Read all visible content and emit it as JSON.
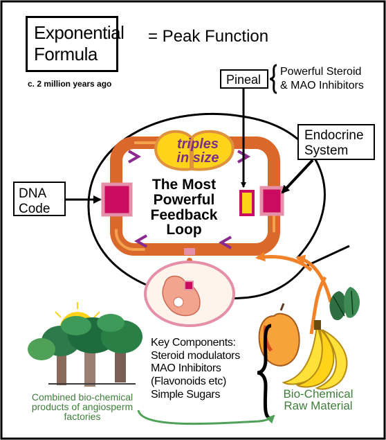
{
  "title": {
    "line1": "Exponential",
    "line2": "Formula",
    "equals": "= Peak Function",
    "era": "c. 2 million years ago"
  },
  "pineal": {
    "label": "Pineal",
    "note_line1": "Powerful Steroid",
    "note_line2": "& MAO Inhibitors"
  },
  "endocrine": {
    "line1": "Endocrine",
    "line2": "System"
  },
  "dna": {
    "line1": "DNA",
    "line2": "Code"
  },
  "brain": {
    "line1": "triples",
    "line2": "in size"
  },
  "loop": {
    "line1": "The Most",
    "line2": "Powerful",
    "line3": "Feedback",
    "line4": "Loop"
  },
  "key_components": {
    "heading": "Key Components:",
    "items": [
      "Steroid modulators",
      "MAO Inhibitors",
      "(Flavonoids etc)",
      "Simple Sugars"
    ]
  },
  "combined": {
    "line1": "Combined bio-chemical",
    "line2": "products of angiosperm",
    "line3": "factories"
  },
  "raw": {
    "line1": "Bio-Chemical",
    "line2": "Raw Material"
  },
  "colors": {
    "loop_orange": "#d9682a",
    "loop_light": "#f5a24e",
    "magenta": "#cc0a60",
    "pink_border": "#e58fa8",
    "brain_yellow": "#ffd31a",
    "brain_border": "#e0913d",
    "chevron_purple": "#8a2a8e",
    "arrow_orange": "#f1822a",
    "green_text": "#3e7d3a",
    "green_arrow": "#4ea157"
  }
}
